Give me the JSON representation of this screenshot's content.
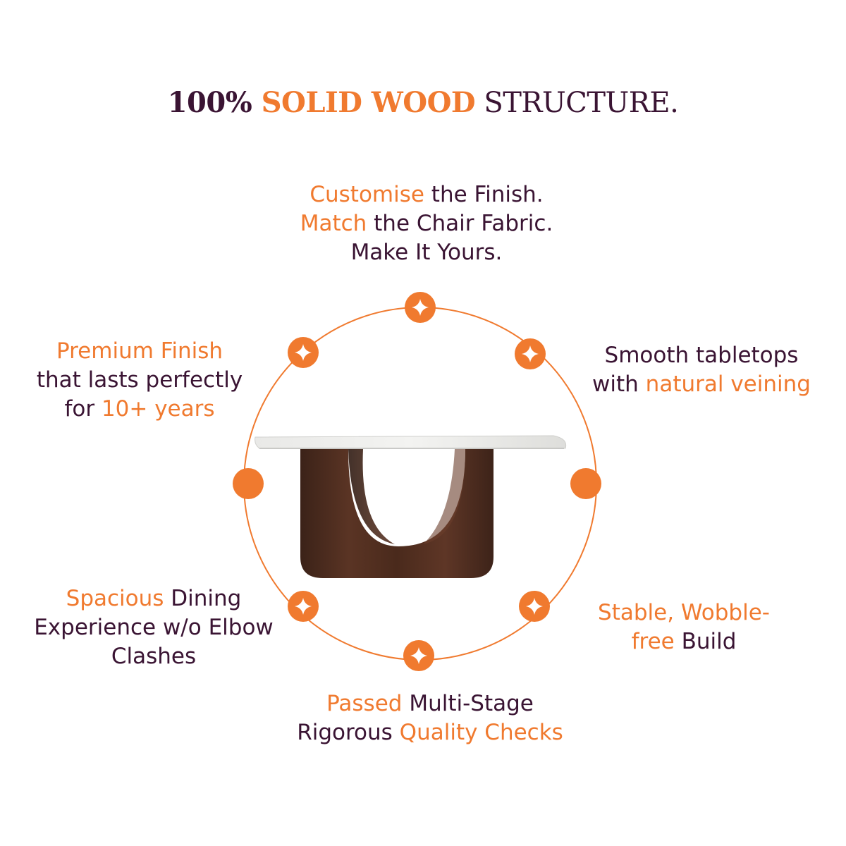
{
  "title": {
    "part1": "100% ",
    "accent": "SOLID WOOD",
    "part2": " STRUCTURE."
  },
  "colors": {
    "accent": "#f07a2f",
    "text": "#3a1433",
    "background": "#ffffff"
  },
  "features": {
    "top": {
      "l1_accent": "Customise",
      "l1_rest": " the Finish.",
      "l2_accent": "Match",
      "l2_rest": " the Chair Fabric.",
      "l3": "Make It Yours."
    },
    "left": {
      "l1_accent": "Premium Finish",
      "l2": "that lasts perfectly",
      "l3_pre": "for ",
      "l3_accent": "10+ years"
    },
    "right": {
      "l1": "Smooth tabletops",
      "l2_pre": "with ",
      "l2_accent": "natural veining"
    },
    "bottom_left": {
      "l1_accent": "Spacious",
      "l1_rest": " Dining",
      "l2": "Experience w/o Elbow",
      "l3": "Clashes"
    },
    "bottom_right": {
      "l1_accent": "Stable, Wobble-",
      "l2_accent": "free",
      "l2_rest": " Build"
    },
    "bottom": {
      "l1_accent": "Passed",
      "l1_rest": " Multi-Stage",
      "l2_pre": "Rigorous ",
      "l2_accent": "Quality Checks"
    }
  },
  "icons": {
    "node": "sparkle-icon",
    "product": "dining-table-image"
  }
}
